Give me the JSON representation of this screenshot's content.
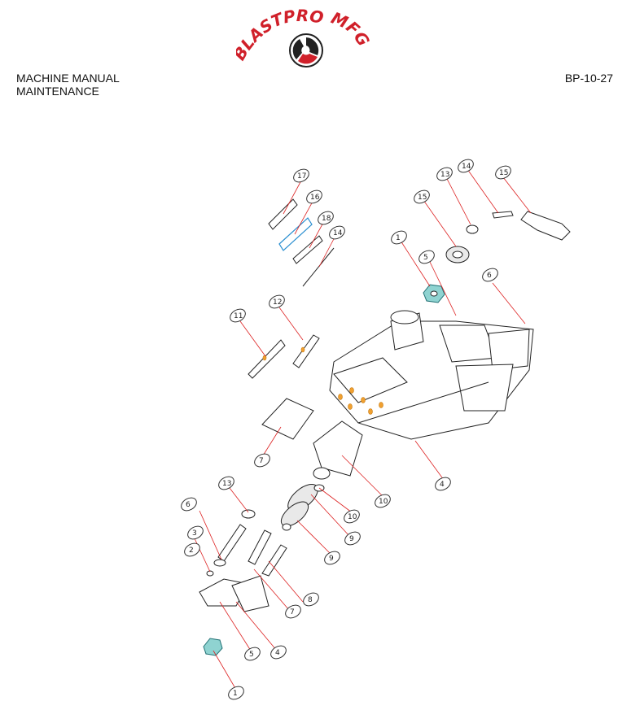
{
  "header": {
    "title_line1": "MACHINE MANUAL",
    "title_line2": "MAINTENANCE",
    "doc_number": "BP-10-27"
  },
  "logo": {
    "text_left": "BLASTPRO",
    "text_right": "MFG",
    "colors": {
      "red": "#d0202a",
      "dark": "#222222"
    }
  },
  "callouts": [
    "1",
    "2",
    "3",
    "4",
    "5",
    "6",
    "7",
    "8",
    "9",
    "10",
    "11",
    "12",
    "13",
    "14",
    "15",
    "16",
    "17",
    "18"
  ],
  "diagram": {
    "labels": {
      "c_top1": "17",
      "c_top2": "16",
      "c_top3": "18",
      "c_top4": "14",
      "c_top5": "15",
      "c_right1": "15",
      "c_right2": "13",
      "c_right3": "14",
      "c_mid1": "1",
      "c_mid2": "5",
      "c_mid3": "6",
      "c_left1": "11",
      "c_left2": "12",
      "c_low1": "7",
      "c_low2": "10",
      "c_low3": "4",
      "c_bot1": "13",
      "c_bot2": "10",
      "c_bot3": "9",
      "c_bot4": "3",
      "c_bot5": "2",
      "c_bot6": "8",
      "c_bot7": "9",
      "c_bot8": "7",
      "c_bot9": "6",
      "c_bot10": "5",
      "c_bot11": "4",
      "c_bot12": "1"
    }
  }
}
